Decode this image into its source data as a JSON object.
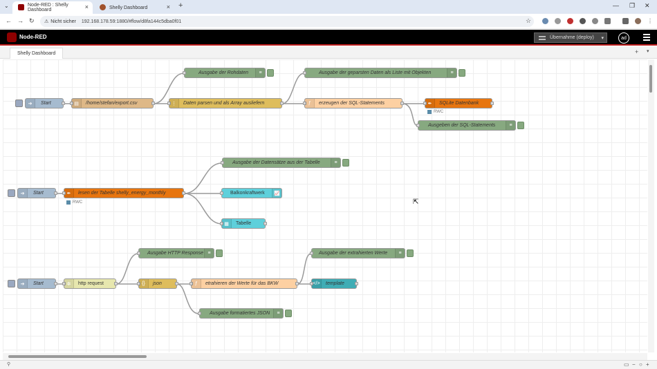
{
  "browser": {
    "tabs": [
      {
        "title": "Node-RED : Shelly Dashboard",
        "active": true
      },
      {
        "title": "Shelly Dashboard",
        "active": false
      }
    ],
    "security_label": "Nicht sicher",
    "url": "192.168.178.59:1880/#flow/d8fa144c5dba0f01"
  },
  "app": {
    "title": "Node-RED",
    "deploy_label": "Übernahme (deploy)",
    "user_initials": "ad"
  },
  "workspace": {
    "tab_label": "Shelly Dashboard"
  },
  "colors": {
    "header_bg": "#000000",
    "accent_red": "#c02020",
    "inject": "#a6bbcf",
    "debug": "#87a980",
    "sqlite": "#e7750f",
    "dashboard": "#3fadb5"
  },
  "flow1": {
    "inject": "Start",
    "file": "/home/stefan/export.csv",
    "csv": "Daten parsen und als Array ausliefern",
    "debug_raw": "Ausgabe der Rohdaten",
    "function_sql": "erzeugen der SQL-Statements",
    "debug_parsed": "Ausgabe der geparsten Daten als Liste mit Objekten",
    "sqlite": "SQLite Datenbank",
    "sqlite_status": "RWC",
    "debug_sql": "Ausgeben der SQL-Statements"
  },
  "flow2": {
    "inject": "Start",
    "sqlite": "lesen der Tabelle shelly_energy_monthly",
    "sqlite_status": "RWC",
    "debug_rows": "Ausgabe der Datensätze aus der Tabelle",
    "chart": "Balkonkraftwerk",
    "table": "Tabelle"
  },
  "flow3": {
    "inject": "Start",
    "http": "http request",
    "debug_http": "Ausgabe HTTP Response",
    "json": "json",
    "debug_json": "Ausgabe formatiertes JSON",
    "function_extract": "etrahieren der Werte für das BKW",
    "debug_extract": "Ausgabe der extrahierten Werte",
    "template": "template"
  }
}
